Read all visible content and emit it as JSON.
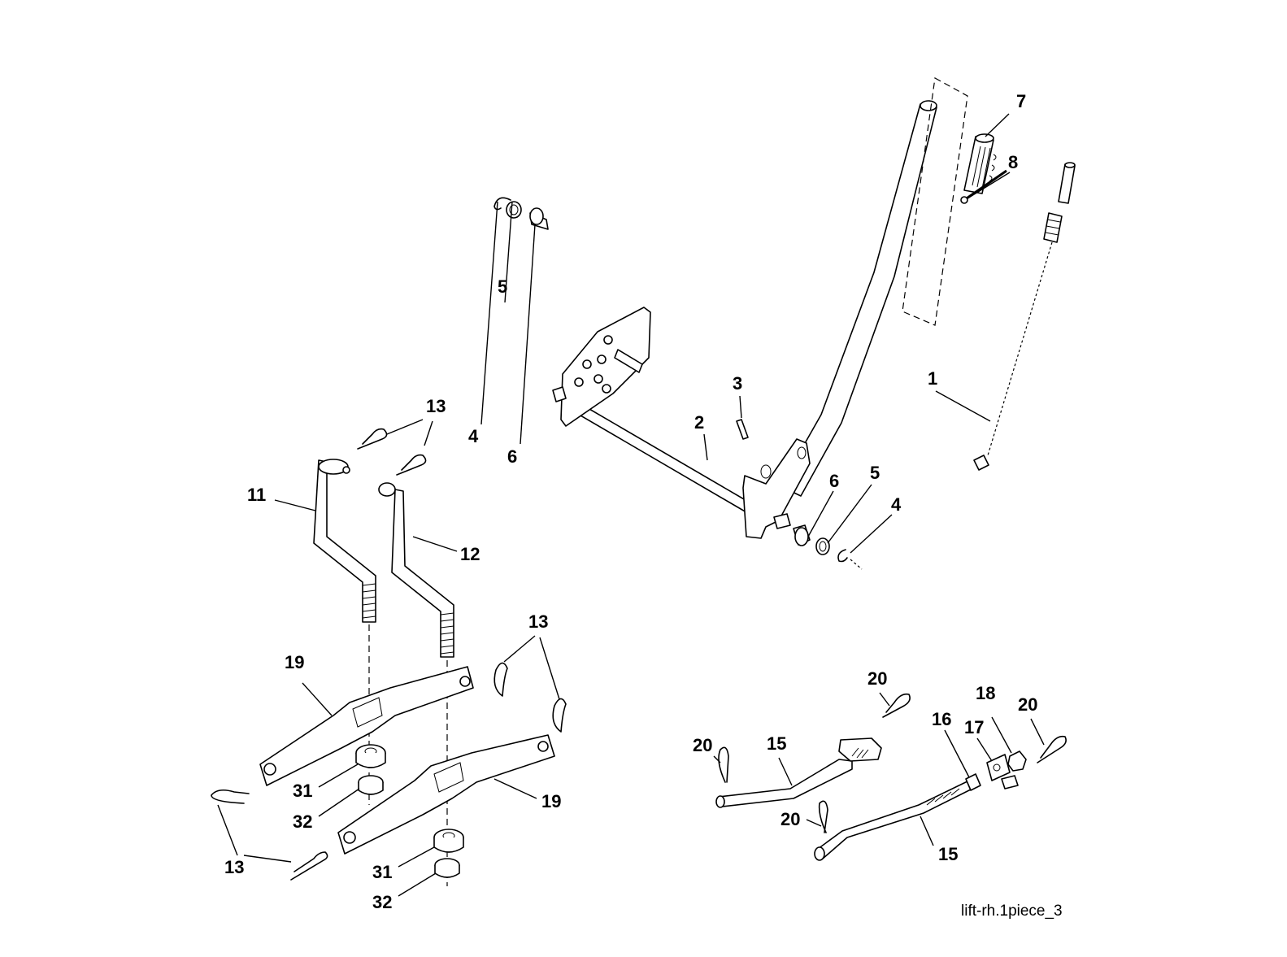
{
  "diagram": {
    "reference_code": "lift-rh.1piece_3",
    "callouts": {
      "c1": "1",
      "c2": "2",
      "c3": "3",
      "c4a": "4",
      "c4b": "4",
      "c5a": "5",
      "c5b": "5",
      "c6a": "6",
      "c6b": "6",
      "c7": "7",
      "c8": "8",
      "c11": "11",
      "c12": "12",
      "c13a": "13",
      "c13b": "13",
      "c13c": "13",
      "c15a": "15",
      "c15b": "15",
      "c16": "16",
      "c17": "17",
      "c18": "18",
      "c19a": "19",
      "c19b": "19",
      "c20a": "20",
      "c20b": "20",
      "c20c": "20",
      "c20d": "20",
      "c31a": "31",
      "c31b": "31",
      "c32a": "32",
      "c32b": "32"
    }
  }
}
